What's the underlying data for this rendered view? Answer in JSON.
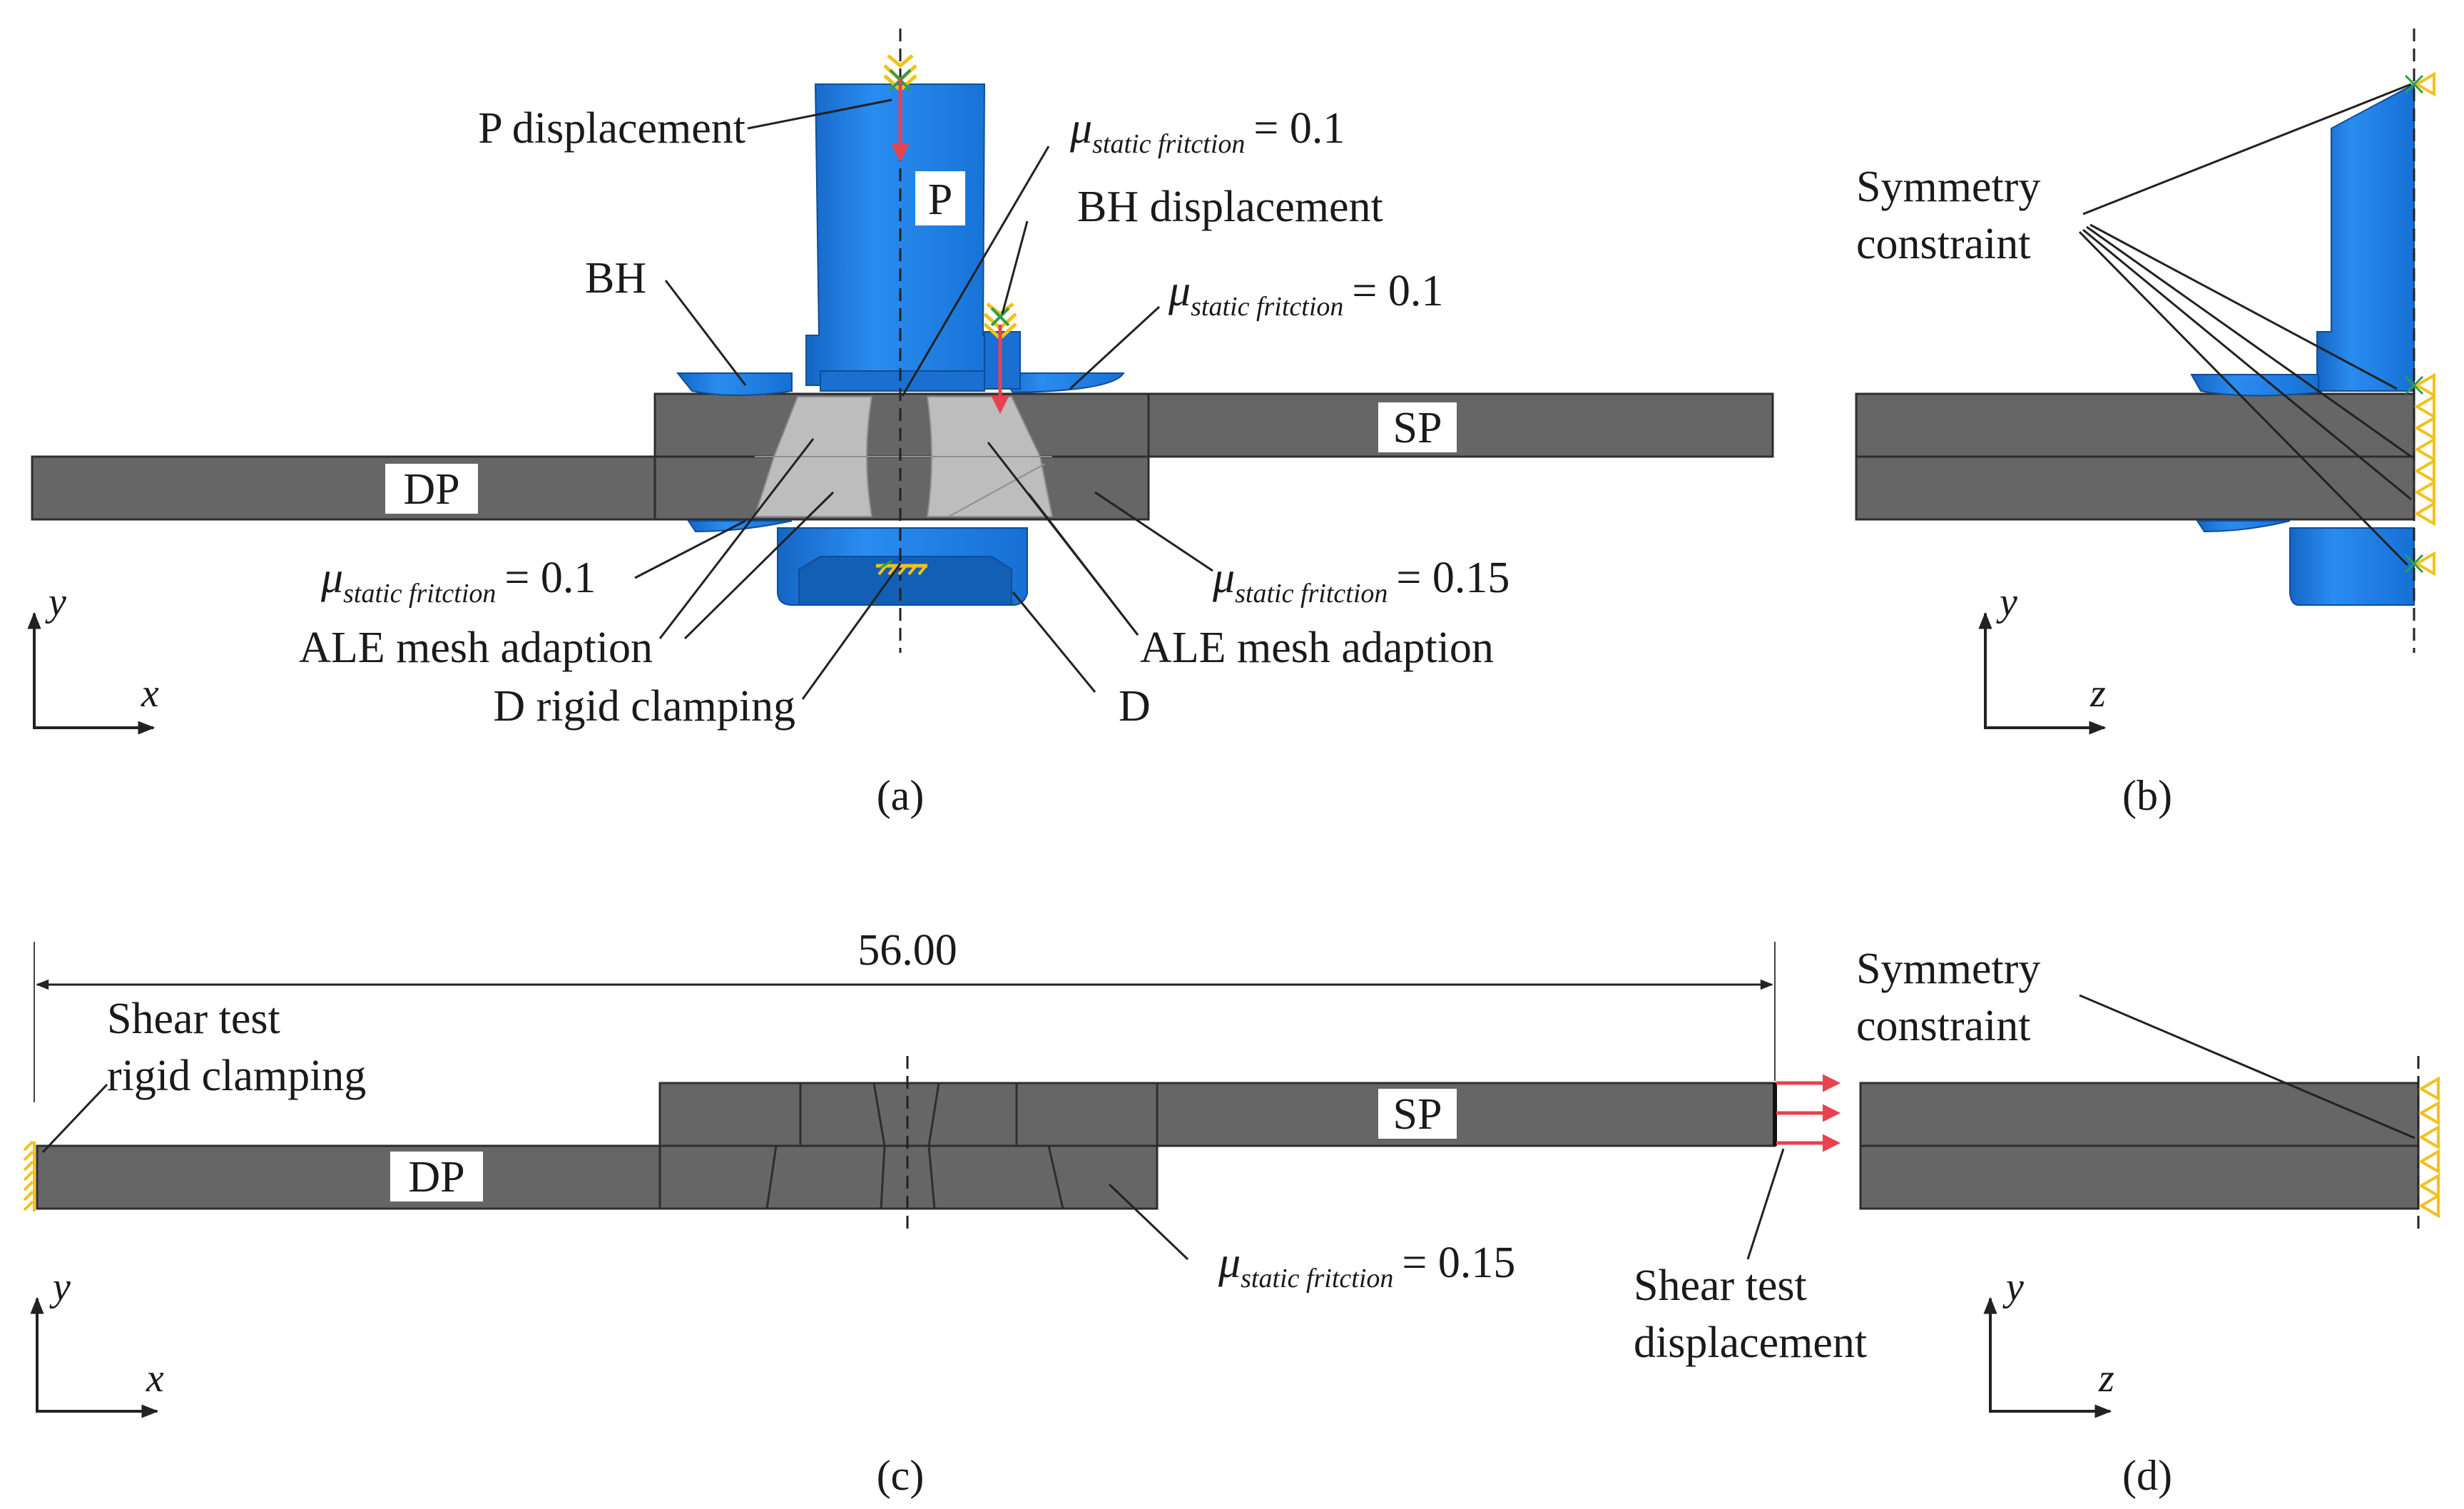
{
  "labels": {
    "p_displacement": "P displacement",
    "p": "P",
    "bh": "BH",
    "bh_displacement": "BH displacement",
    "sp": "SP",
    "dp": "DP",
    "d": "D",
    "ale_left": "ALE mesh adaption",
    "ale_right": "ALE mesh adaption",
    "d_rigid_clamping": "D rigid clamping",
    "symmetry_b_line1": "Symmetry",
    "symmetry_b_line2": "constraint",
    "symmetry_d_line1": "Symmetry",
    "symmetry_d_line2": "constraint",
    "shear_clamp_line1": "Shear test",
    "shear_clamp_line2": "rigid clamping",
    "shear_disp_line1": "Shear test",
    "shear_disp_line2": "displacement",
    "dimension": "56.00",
    "sp_c": "SP",
    "dp_c": "DP"
  },
  "friction": {
    "mu": "μ",
    "subscript": "static fritction",
    "top": "= 0.1",
    "bh_right": "= 0.1",
    "left_bottom": "= 0.1",
    "right_bottom": "= 0.15",
    "panel_c": "= 0.15"
  },
  "axes": {
    "a": {
      "vertical": "y",
      "horizontal": "x"
    },
    "b": {
      "vertical": "y",
      "horizontal": "z"
    },
    "c": {
      "vertical": "y",
      "horizontal": "x"
    },
    "d": {
      "vertical": "y",
      "horizontal": "z"
    }
  },
  "captions": {
    "a": "(a)",
    "b": "(b)",
    "c": "(c)",
    "d": "(d)"
  },
  "colors": {
    "sheet": "#666666",
    "sheet_edge": "#2e2e2e",
    "tool_blue": "#1f7fe0",
    "tool_blue_dark": "#1463b8",
    "ale_gray": "#bdbdbd",
    "bc_yellow": "#f2c21b",
    "bc_green": "#2e9e4a",
    "arrow_red": "#e8424f"
  }
}
